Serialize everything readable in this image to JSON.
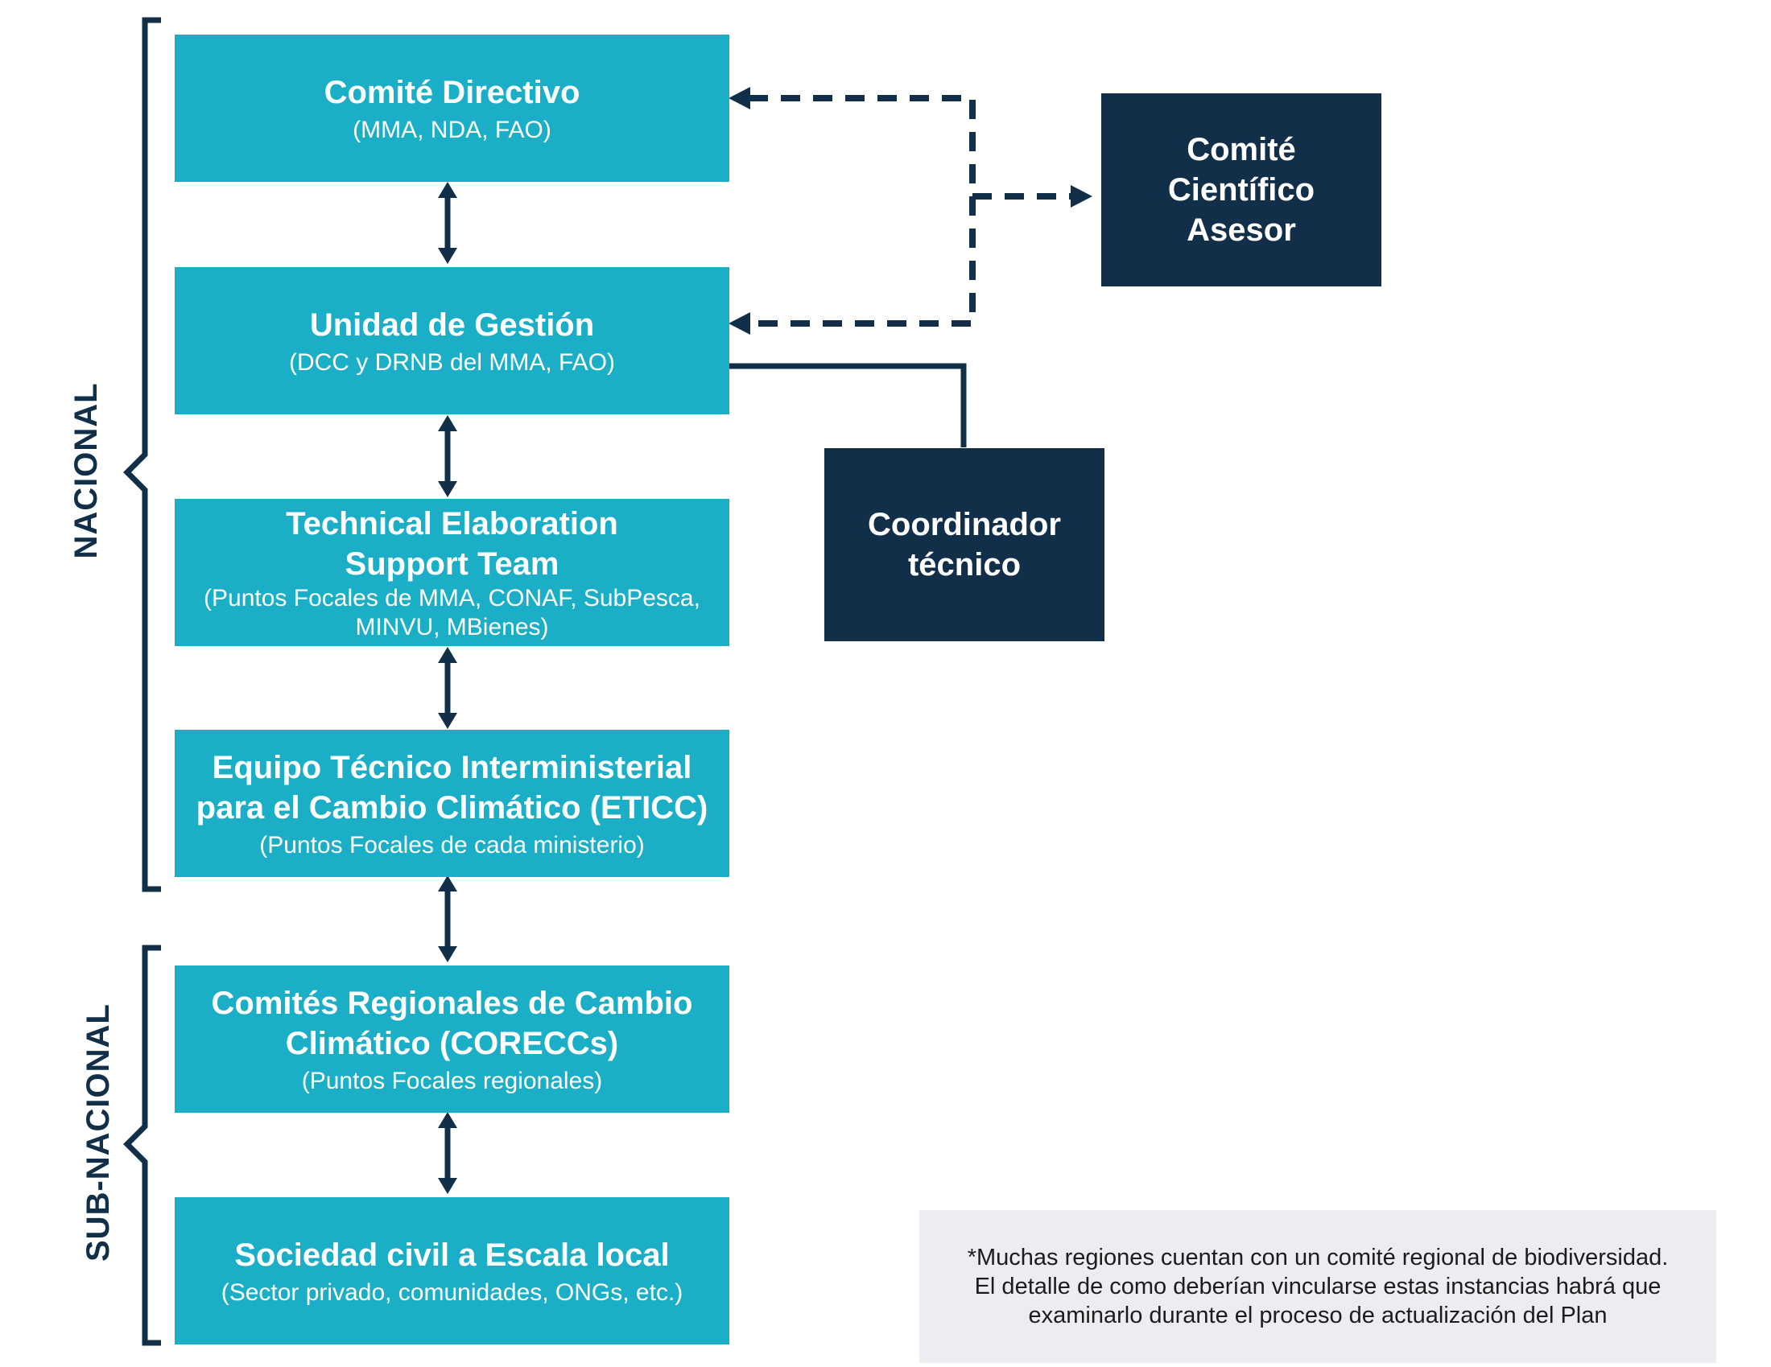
{
  "regions": {
    "nacional": "NACIONAL",
    "subnacional": "SUB-NACIONAL"
  },
  "boxes": {
    "comite_directivo": {
      "title": "Comité Directivo",
      "sub": "(MMA, NDA, FAO)"
    },
    "unidad_gestion": {
      "title": "Unidad de Gestión",
      "sub": "(DCC y DRNB del MMA, FAO)"
    },
    "technical_team": {
      "title": "Technical Elaboration\nSupport Team",
      "sub": "(Puntos Focales de MMA, CONAF, SubPesca,\nMINVU, MBienes)"
    },
    "eticc": {
      "title": "Equipo Técnico Interministerial\npara el Cambio Climático (ETICC)",
      "sub": "(Puntos Focales de cada ministerio)"
    },
    "coreccs": {
      "title": "Comités Regionales de Cambio\nClimático (CORECCs)",
      "sub": "(Puntos Focales regionales)"
    },
    "sociedad_civil": {
      "title": "Sociedad civil a Escala local",
      "sub": "(Sector privado, comunidades, ONGs, etc.)"
    }
  },
  "dark_boxes": {
    "comite_cientifico": "Comité\nCientífico\nAsesor",
    "coordinador": "Coordinador\ntécnico"
  },
  "note": "*Muchas regiones cuentan con un comité regional de biodiversidad.\nEl detalle de como deberían vincularse estas instancias habrá que\nexaminarlo durante el proceso de actualización del Plan",
  "colors": {
    "teal": "#1aafc6",
    "navy": "#122f4a",
    "note_bg": "#ecedf1"
  }
}
